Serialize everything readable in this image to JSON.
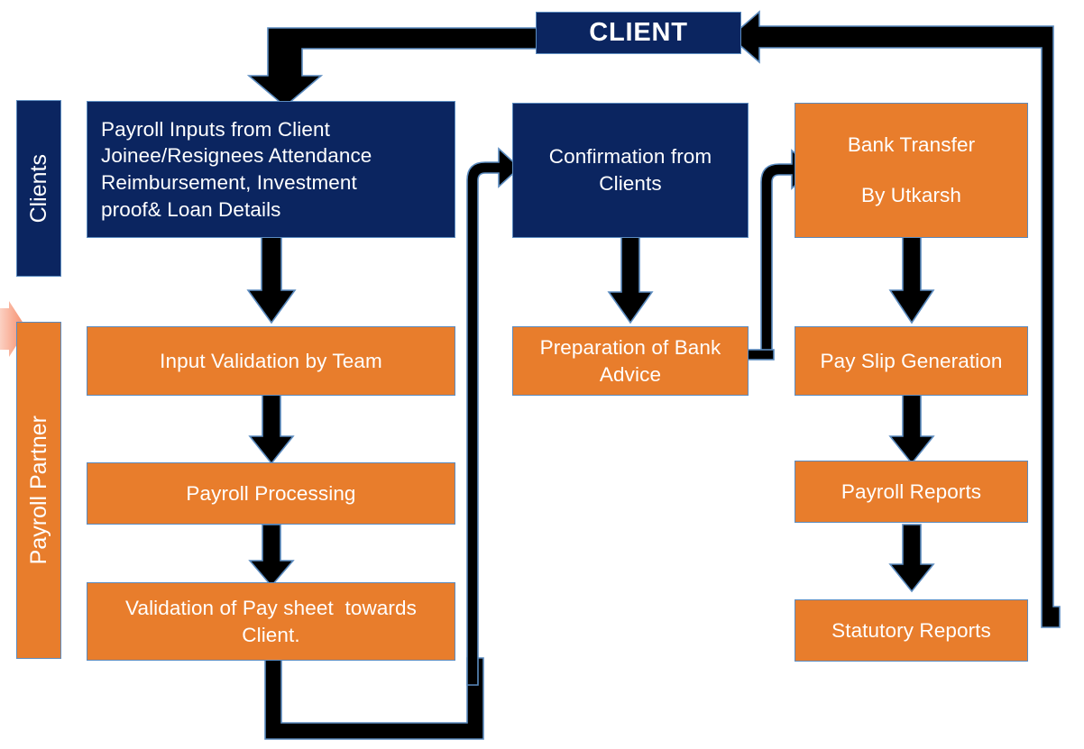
{
  "diagram": {
    "title_box": {
      "label": "CLIENT"
    },
    "bands": [
      {
        "id": "clients",
        "label": "Clients",
        "color": "#0B2560"
      },
      {
        "id": "payroll-partner",
        "label": "Payroll Partner",
        "color": "#E87D2C"
      }
    ],
    "colors": {
      "navy": "#0B2560",
      "orange": "#E87D2C",
      "box_border": "#5B8BBF",
      "arrow": "#000000",
      "text": "#FFFFFF",
      "background": "#FFFFFF",
      "fade_marker": "#F5805A"
    },
    "nodes": [
      {
        "id": "client",
        "label": "CLIENT",
        "color": "navy"
      },
      {
        "id": "payroll-inputs",
        "label": "Payroll Inputs from Client\nJoinee/Resignees Attendance\nReimbursement, Investment\nproof& Loan Details",
        "color": "navy"
      },
      {
        "id": "confirmation",
        "label": "Confirmation from\nClients",
        "color": "navy"
      },
      {
        "id": "bank-transfer",
        "label": "Bank Transfer\n\nBy Utkarsh",
        "color": "orange"
      },
      {
        "id": "input-validation",
        "label": "Input Validation by Team",
        "color": "orange"
      },
      {
        "id": "bank-advice",
        "label": "Preparation of Bank\nAdvice",
        "color": "orange"
      },
      {
        "id": "payslip-generation",
        "label": "Pay Slip Generation",
        "color": "orange"
      },
      {
        "id": "payroll-processing",
        "label": "Payroll Processing",
        "color": "orange"
      },
      {
        "id": "payroll-reports",
        "label": "Payroll Reports",
        "color": "orange"
      },
      {
        "id": "paysheet-validation",
        "label": "Validation of Pay sheet  towards\nClient.",
        "color": "orange"
      },
      {
        "id": "statutory-reports",
        "label": "Statutory Reports",
        "color": "orange"
      }
    ],
    "connectors": [
      {
        "id": "client-to-payroll-inputs",
        "from": "client",
        "to": "payroll-inputs",
        "shape": "elbow-left-down"
      },
      {
        "id": "payroll-inputs-to-input-validation",
        "from": "payroll-inputs",
        "to": "input-validation",
        "shape": "down"
      },
      {
        "id": "input-validation-to-processing",
        "from": "input-validation",
        "to": "payroll-processing",
        "shape": "down"
      },
      {
        "id": "processing-to-paysheet-validation",
        "from": "payroll-processing",
        "to": "paysheet-validation",
        "shape": "down"
      },
      {
        "id": "paysheet-validation-to-confirmation",
        "from": "paysheet-validation",
        "to": "confirmation",
        "shape": "elbow-down-right-up"
      },
      {
        "id": "confirmation-to-bank-advice",
        "from": "confirmation",
        "to": "bank-advice",
        "shape": "down"
      },
      {
        "id": "bank-advice-to-bank-transfer",
        "from": "bank-advice",
        "to": "bank-transfer",
        "shape": "elbow-right-up"
      },
      {
        "id": "bank-transfer-to-payslip",
        "from": "bank-transfer",
        "to": "payslip-generation",
        "shape": "down"
      },
      {
        "id": "payslip-to-payroll-reports",
        "from": "payslip-generation",
        "to": "payroll-reports",
        "shape": "down"
      },
      {
        "id": "payroll-reports-to-statutory",
        "from": "payroll-reports",
        "to": "statutory-reports",
        "shape": "down"
      },
      {
        "id": "statutory-to-client",
        "from": "statutory-reports",
        "to": "client",
        "shape": "elbow-right-up-left"
      }
    ]
  }
}
